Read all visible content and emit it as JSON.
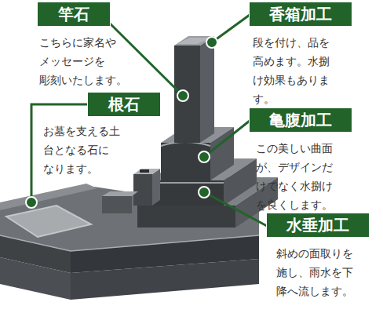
{
  "diagram": {
    "nodes": [
      {
        "text": [
          "竿石",
          "こちらに家名や メッセージを 彫刻いたします。"
        ]
      },
      {
        "text": [
          "香箱加工",
          "段を付け、品を 高めます。水捌 け効果もありま す。"
        ]
      },
      {
        "text": [
          "根石",
          "お墓を支える土 台となる石に なります。"
        ]
      },
      {
        "text": [
          "亀腹加工",
          "この美しい曲面 が、デザインだ けでなく水捌け を良くします。"
        ]
      },
      {
        "text": [
          "水垂加工",
          "斜めの面取りを 施し、雨水を下 降へ流します。"
        ]
      }
    ]
  }
}
